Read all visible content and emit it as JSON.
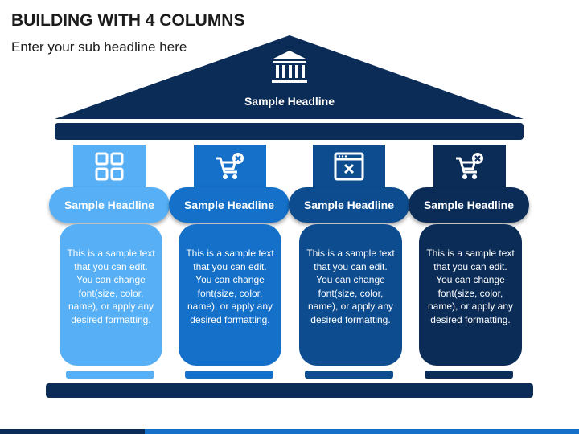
{
  "header": {
    "title": "BUILDING WITH 4 COLUMNS",
    "subtitle": "Enter your sub headline here"
  },
  "roof": {
    "headline": "Sample Headline",
    "icon": "bank-building-icon"
  },
  "columns": [
    {
      "icon": "grid-squares-icon",
      "headline": "Sample Headline",
      "text": "This is a sample text that you can edit. You can change font(size, color, name), or apply any desired formatting.",
      "color": "#57b0f5",
      "iconbox_color": "#57b0f5",
      "base_color": "#57b0f5"
    },
    {
      "icon": "cart-remove-icon",
      "headline": "Sample Headline",
      "text": "This is a sample text that you can edit. You can change font(size, color, name), or apply any desired formatting.",
      "color": "#1470c8",
      "iconbox_color": "#1470c8",
      "base_color": "#1470c8"
    },
    {
      "icon": "browser-window-close-icon",
      "headline": "Sample Headline",
      "text": "This is a sample text that you can edit. You can change font(size, color, name), or apply any desired formatting.",
      "color": "#0d4d8f",
      "iconbox_color": "#0d4d8f",
      "base_color": "#0d4d8f"
    },
    {
      "icon": "cart-remove-icon",
      "headline": "Sample Headline",
      "text": "This is a sample text that you can edit. You can change font(size, color, name), or apply any desired formatting.",
      "color": "#0b2c57",
      "iconbox_color": "#0b2c57",
      "base_color": "#0b2c57"
    }
  ],
  "colors": {
    "roof": "#0b2c57",
    "beam": "#0b2c57",
    "foundation": "#0b2c57",
    "white": "#ffffff",
    "strip_dark": "#0b2c57",
    "strip_light": "#1470c8"
  }
}
